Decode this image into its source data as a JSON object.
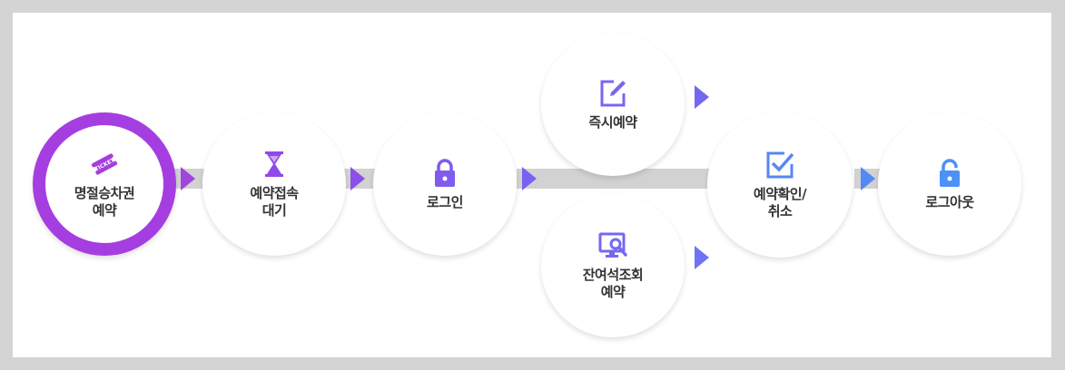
{
  "colors": {
    "purple": "#a53ee0",
    "violet": "#8a52e8",
    "indigo": "#7568f0",
    "blue": "#5889f5",
    "sky": "#4b91f7",
    "connector": "#d2d2d2"
  },
  "steps": [
    {
      "label": "명절승차권\n예약",
      "icon": "ticket-icon",
      "icon_text": "TICKET",
      "color": "#a53ee0"
    },
    {
      "label": "예약접속\n대기",
      "icon": "hourglass-icon",
      "color": "#9148e8"
    },
    {
      "label": "로그인",
      "icon": "lock-icon",
      "color": "#7f5cee"
    },
    {
      "label": "즉시예약",
      "icon": "edit-icon",
      "color": "#7867f1"
    },
    {
      "label": "잔여석조회\n예약",
      "icon": "monitor-search-icon",
      "color": "#7468f1"
    },
    {
      "label": "예약확인/\n취소",
      "icon": "checkbox-icon",
      "color": "#5787f4"
    },
    {
      "label": "로그아웃",
      "icon": "unlock-icon",
      "color": "#4b91f7"
    }
  ]
}
